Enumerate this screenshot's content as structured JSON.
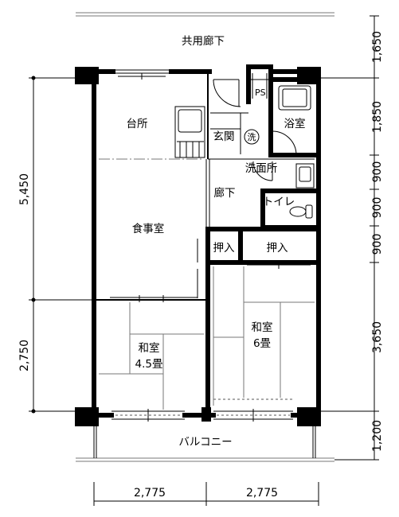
{
  "rooms": {
    "corridor": "共用廊下",
    "kitchen": "台所",
    "entrance": "玄関",
    "washer_mark": "洗",
    "bath": "浴室",
    "ps": "PS",
    "washroom": "洗面所",
    "hallway": "廊下",
    "toilet": "トイレ",
    "dining": "食事室",
    "closet_left": "押入",
    "closet_right": "押入",
    "washitsu_small_name": "和室",
    "washitsu_small_size": "4.5畳",
    "washitsu_large_name": "和室",
    "washitsu_large_size": "6畳",
    "balcony": "バルコニー"
  },
  "dimensions": {
    "left": [
      "5,450",
      "2,750"
    ],
    "right": [
      "1,650",
      "1,850",
      "900",
      "900",
      "900",
      "3,650",
      "1,200"
    ],
    "bottom": [
      "2,775",
      "2,775"
    ]
  }
}
